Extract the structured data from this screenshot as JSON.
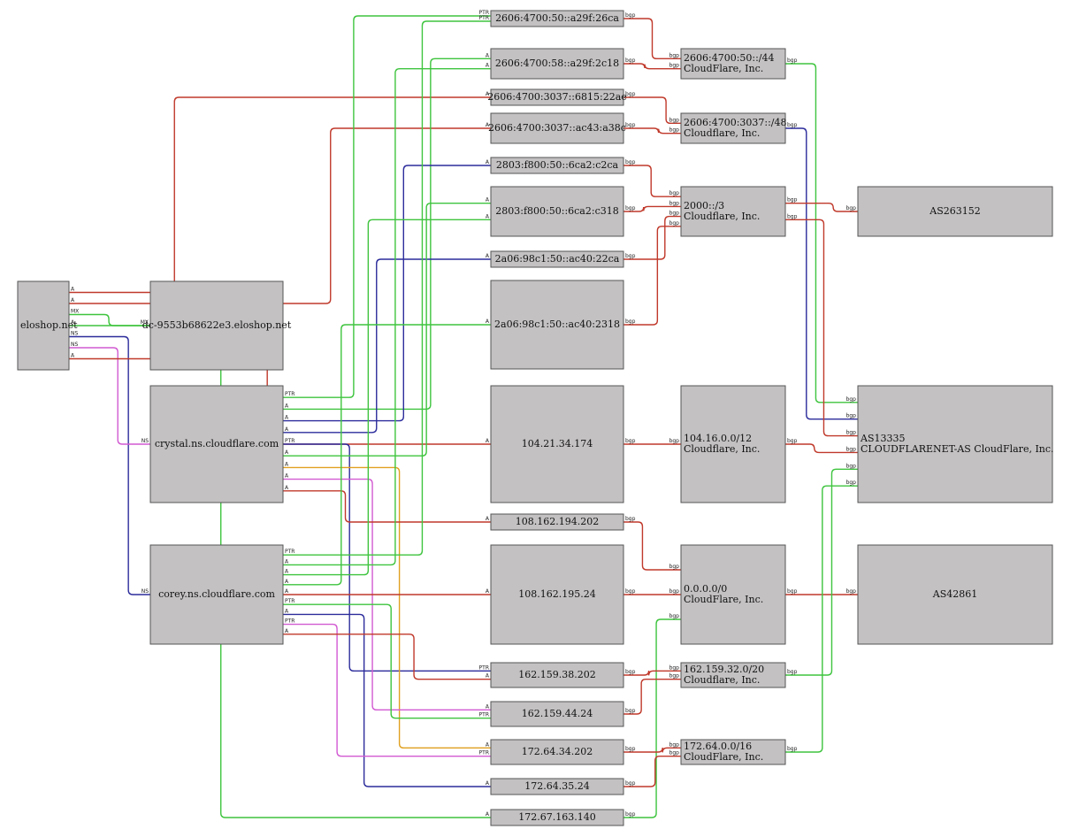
{
  "colors": {
    "red": "#c0392b",
    "green": "#3ec43e",
    "blue": "#2c2c9c",
    "magenta": "#d25ad2",
    "orange": "#e0a020"
  },
  "nodes": [
    {
      "id": "eloshop",
      "lines": [
        "eloshop.net"
      ]
    },
    {
      "id": "dc",
      "lines": [
        "dc-9553b68622e3.eloshop.net"
      ]
    },
    {
      "id": "crystal",
      "lines": [
        "crystal.ns.cloudflare.com"
      ]
    },
    {
      "id": "corey",
      "lines": [
        "corey.ns.cloudflare.com"
      ]
    },
    {
      "id": "ip6_1",
      "lines": [
        "2606:4700:50::a29f:26ca"
      ]
    },
    {
      "id": "ip6_2",
      "lines": [
        "2606:4700:58::a29f:2c18"
      ]
    },
    {
      "id": "ip6_3",
      "lines": [
        "2606:4700:3037::6815:22ae"
      ]
    },
    {
      "id": "ip6_4",
      "lines": [
        "2606:4700:3037::ac43:a38c"
      ]
    },
    {
      "id": "ip6_5",
      "lines": [
        "2803:f800:50::6ca2:c2ca"
      ]
    },
    {
      "id": "ip6_6",
      "lines": [
        "2803:f800:50::6ca2:c318"
      ]
    },
    {
      "id": "ip6_7",
      "lines": [
        "2a06:98c1:50::ac40:22ca"
      ]
    },
    {
      "id": "ip6_8",
      "lines": [
        "2a06:98c1:50::ac40:2318"
      ]
    },
    {
      "id": "ip4_1",
      "lines": [
        "104.21.34.174"
      ]
    },
    {
      "id": "ip4_2",
      "lines": [
        "108.162.194.202"
      ]
    },
    {
      "id": "ip4_3",
      "lines": [
        "108.162.195.24"
      ]
    },
    {
      "id": "ip4_4",
      "lines": [
        "162.159.38.202"
      ]
    },
    {
      "id": "ip4_5",
      "lines": [
        "162.159.44.24"
      ]
    },
    {
      "id": "ip4_6",
      "lines": [
        "172.64.34.202"
      ]
    },
    {
      "id": "ip4_7",
      "lines": [
        "172.64.35.24"
      ]
    },
    {
      "id": "ip4_8",
      "lines": [
        "172.67.163.140"
      ]
    },
    {
      "id": "pfx_1",
      "lines": [
        "2606:4700:50::/44",
        "CloudFlare, Inc."
      ]
    },
    {
      "id": "pfx_2",
      "lines": [
        "2606:4700:3037::/48",
        "Cloudflare, Inc."
      ]
    },
    {
      "id": "pfx_3",
      "lines": [
        "2000::/3",
        "Cloudflare, Inc."
      ]
    },
    {
      "id": "pfx_4",
      "lines": [
        "104.16.0.0/12",
        "Cloudflare, Inc."
      ]
    },
    {
      "id": "pfx_5",
      "lines": [
        "0.0.0.0/0",
        "CloudFlare, Inc."
      ]
    },
    {
      "id": "pfx_6",
      "lines": [
        "162.159.32.0/20",
        "Cloudflare, Inc."
      ]
    },
    {
      "id": "pfx_7",
      "lines": [
        "172.64.0.0/16",
        "CloudFlare, Inc."
      ]
    },
    {
      "id": "as_1",
      "lines": [
        "AS263152"
      ]
    },
    {
      "id": "as_2",
      "lines": [
        "AS13335",
        "CLOUDFLARENET-AS CloudFlare, Inc."
      ]
    },
    {
      "id": "as_3",
      "lines": [
        "AS42861"
      ]
    }
  ],
  "edges": [
    {
      "from": "eloshop",
      "to": "ip6_3",
      "label": "A",
      "color": "red"
    },
    {
      "from": "eloshop",
      "to": "ip6_4",
      "label": "A",
      "color": "red"
    },
    {
      "from": "eloshop",
      "to": "dc",
      "label": "MX",
      "color": "green"
    },
    {
      "from": "eloshop",
      "to": "ip4_8",
      "label": "A",
      "color": "green"
    },
    {
      "from": "eloshop",
      "to": "corey",
      "label": "NS",
      "color": "blue"
    },
    {
      "from": "eloshop",
      "to": "crystal",
      "label": "NS",
      "color": "magenta"
    },
    {
      "from": "eloshop",
      "to": "ip4_1",
      "label": "A",
      "color": "red"
    },
    {
      "from": "crystal",
      "to": "ip6_1",
      "label": "PTR",
      "color": "green"
    },
    {
      "from": "crystal",
      "to": "ip6_2",
      "label": "A",
      "color": "green"
    },
    {
      "from": "crystal",
      "to": "ip6_5",
      "label": "A",
      "color": "blue"
    },
    {
      "from": "crystal",
      "to": "ip6_7",
      "label": "A",
      "color": "blue"
    },
    {
      "from": "crystal",
      "to": "ip4_4",
      "label": "PTR",
      "color": "blue"
    },
    {
      "from": "crystal",
      "to": "ip6_6",
      "label": "A",
      "color": "green"
    },
    {
      "from": "crystal",
      "to": "ip4_6",
      "label": "A",
      "color": "orange"
    },
    {
      "from": "crystal",
      "to": "ip4_5",
      "label": "A",
      "color": "magenta"
    },
    {
      "from": "crystal",
      "to": "ip4_2",
      "label": "A",
      "color": "red"
    },
    {
      "from": "corey",
      "to": "ip6_1",
      "label": "PTR",
      "color": "green"
    },
    {
      "from": "corey",
      "to": "ip6_2",
      "label": "A",
      "color": "green"
    },
    {
      "from": "corey",
      "to": "ip6_6",
      "label": "A",
      "color": "green"
    },
    {
      "from": "corey",
      "to": "ip6_8",
      "label": "A",
      "color": "green"
    },
    {
      "from": "corey",
      "to": "ip4_3",
      "label": "A",
      "color": "red"
    },
    {
      "from": "corey",
      "to": "ip4_5",
      "label": "PTR",
      "color": "green"
    },
    {
      "from": "corey",
      "to": "ip4_7",
      "label": "A",
      "color": "blue"
    },
    {
      "from": "corey",
      "to": "ip4_6",
      "label": "PTR",
      "color": "magenta"
    },
    {
      "from": "corey",
      "to": "ip4_4",
      "label": "A",
      "color": "red"
    },
    {
      "from": "ip6_1",
      "to": "pfx_1",
      "label": "bgp",
      "color": "red"
    },
    {
      "from": "ip6_2",
      "to": "pfx_1",
      "label": "bgp",
      "color": "red"
    },
    {
      "from": "ip6_3",
      "to": "pfx_2",
      "label": "bgp",
      "color": "red"
    },
    {
      "from": "ip6_4",
      "to": "pfx_2",
      "label": "bgp",
      "color": "red"
    },
    {
      "from": "ip6_5",
      "to": "pfx_3",
      "label": "bgp",
      "color": "red"
    },
    {
      "from": "ip6_6",
      "to": "pfx_3",
      "label": "bgp",
      "color": "red"
    },
    {
      "from": "ip6_7",
      "to": "pfx_3",
      "label": "bgp",
      "color": "red"
    },
    {
      "from": "ip6_8",
      "to": "pfx_3",
      "label": "bgp",
      "color": "red"
    },
    {
      "from": "ip4_1",
      "to": "pfx_4",
      "label": "bgp",
      "color": "red"
    },
    {
      "from": "ip4_2",
      "to": "pfx_5",
      "label": "bgp",
      "color": "red"
    },
    {
      "from": "ip4_3",
      "to": "pfx_5",
      "label": "bgp",
      "color": "red"
    },
    {
      "from": "ip4_8",
      "to": "pfx_5",
      "label": "bgp",
      "color": "green"
    },
    {
      "from": "ip4_4",
      "to": "pfx_6",
      "label": "bgp",
      "color": "red"
    },
    {
      "from": "ip4_5",
      "to": "pfx_6",
      "label": "bgp",
      "color": "red"
    },
    {
      "from": "ip4_6",
      "to": "pfx_7",
      "label": "bgp",
      "color": "red"
    },
    {
      "from": "ip4_7",
      "to": "pfx_7",
      "label": "bgp",
      "color": "red"
    },
    {
      "from": "pfx_1",
      "to": "as_2",
      "label": "bgp",
      "color": "green"
    },
    {
      "from": "pfx_2",
      "to": "as_2",
      "label": "bgp",
      "color": "blue"
    },
    {
      "from": "pfx_3",
      "to": "as_1",
      "label": "bgp",
      "color": "red"
    },
    {
      "from": "pfx_3",
      "to": "as_2",
      "label": "bgp",
      "color": "red"
    },
    {
      "from": "pfx_4",
      "to": "as_2",
      "label": "bgp",
      "color": "red"
    },
    {
      "from": "pfx_5",
      "to": "as_3",
      "label": "bgp",
      "color": "red"
    },
    {
      "from": "pfx_6",
      "to": "as_2",
      "label": "bgp",
      "color": "green"
    },
    {
      "from": "pfx_7",
      "to": "as_2",
      "label": "bgp",
      "color": "green"
    }
  ]
}
